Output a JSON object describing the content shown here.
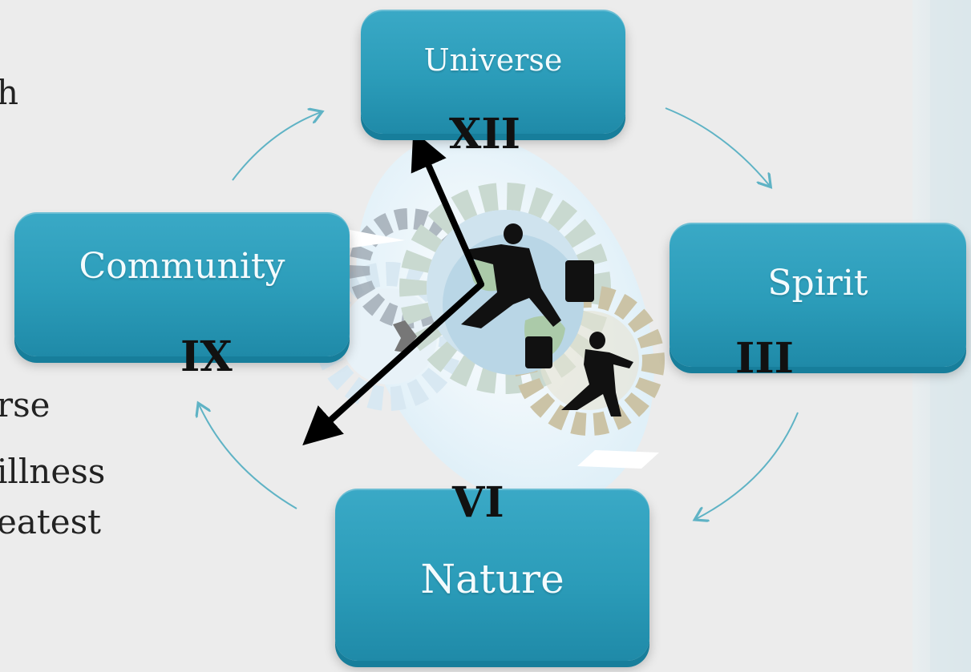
{
  "side_text": {
    "line1": "h",
    "line2": "rse",
    "line3": "illness",
    "line4": "eatest"
  },
  "nodes": {
    "top": "Universe",
    "right": "Spirit",
    "bottom": "Nature",
    "left": "Community"
  },
  "clock_numerals": {
    "twelve": "XII",
    "three": "III",
    "six": "VI",
    "nine": "IX"
  },
  "colors": {
    "box": "#2b9cb9",
    "arrow_curve": "#5fb3c5",
    "clock_hand": "#000000",
    "gear_light": "#cfe6f2",
    "gear_beige": "#c8c2a8",
    "gear_gray": "#9aa4ad"
  },
  "icons": [
    "clock-hands-icon",
    "gears-icon",
    "businessmen-running-icon",
    "globe-icon"
  ]
}
